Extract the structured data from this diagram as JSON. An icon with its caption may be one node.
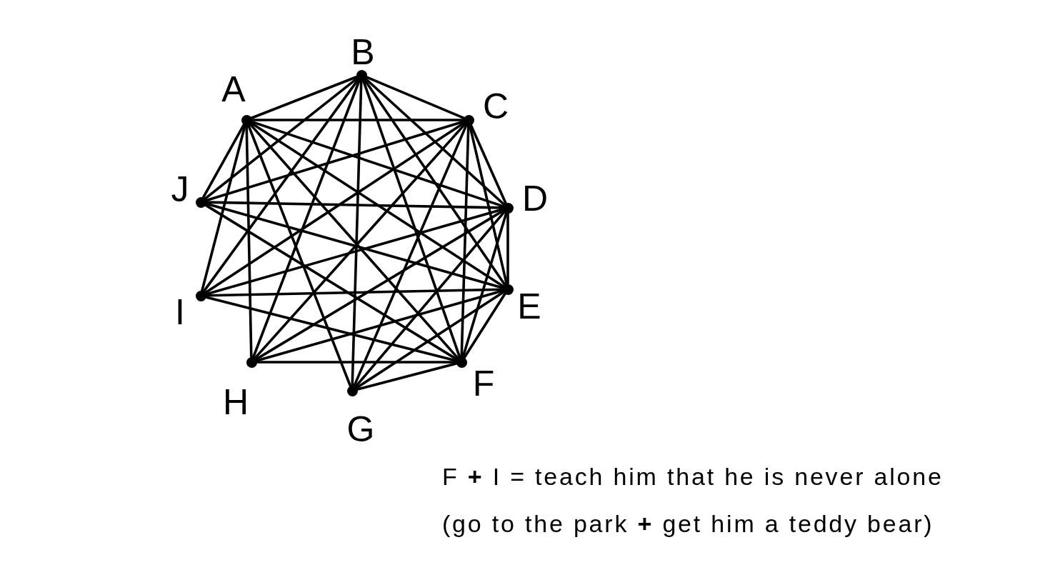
{
  "diagram": {
    "nodes": [
      {
        "text": [],
        "shape": "circle",
        "beside": [
          "A"
        ]
      },
      {
        "text": [],
        "shape": "circle",
        "beside": [
          "B"
        ]
      },
      {
        "text": [],
        "shape": "circle",
        "beside": [
          "C"
        ]
      },
      {
        "text": [],
        "shape": "circle",
        "beside": [
          "D"
        ]
      },
      {
        "text": [],
        "shape": "circle",
        "beside": [
          "E"
        ]
      },
      {
        "text": [],
        "shape": "circle",
        "beside": [
          "F"
        ]
      },
      {
        "text": [],
        "shape": "circle",
        "beside": [
          "G"
        ]
      },
      {
        "text": [],
        "shape": "circle",
        "beside": [
          "H"
        ]
      },
      {
        "text": [],
        "shape": "circle",
        "beside": [
          "I"
        ]
      },
      {
        "text": [],
        "shape": "circle",
        "beside": [
          "J"
        ]
      }
    ],
    "edges": [
      {
        "from": 0,
        "to": 1,
        "arrow": "none"
      },
      {
        "from": 0,
        "to": 2,
        "arrow": "none"
      },
      {
        "from": 0,
        "to": 3,
        "arrow": "none"
      },
      {
        "from": 0,
        "to": 4,
        "arrow": "none"
      },
      {
        "from": 0,
        "to": 5,
        "arrow": "none"
      },
      {
        "from": 0,
        "to": 6,
        "arrow": "none"
      },
      {
        "from": 0,
        "to": 7,
        "arrow": "none"
      },
      {
        "from": 0,
        "to": 8,
        "arrow": "none"
      },
      {
        "from": 0,
        "to": 9,
        "arrow": "none"
      },
      {
        "from": 1,
        "to": 2,
        "arrow": "none"
      },
      {
        "from": 1,
        "to": 3,
        "arrow": "none"
      },
      {
        "from": 1,
        "to": 4,
        "arrow": "none"
      },
      {
        "from": 1,
        "to": 5,
        "arrow": "none"
      },
      {
        "from": 1,
        "to": 6,
        "arrow": "none"
      },
      {
        "from": 1,
        "to": 7,
        "arrow": "none"
      },
      {
        "from": 1,
        "to": 8,
        "arrow": "none"
      },
      {
        "from": 1,
        "to": 9,
        "arrow": "none"
      },
      {
        "from": 2,
        "to": 3,
        "arrow": "none"
      },
      {
        "from": 2,
        "to": 4,
        "arrow": "none"
      },
      {
        "from": 2,
        "to": 5,
        "arrow": "none"
      },
      {
        "from": 2,
        "to": 6,
        "arrow": "none"
      },
      {
        "from": 2,
        "to": 7,
        "arrow": "none"
      },
      {
        "from": 2,
        "to": 8,
        "arrow": "none"
      },
      {
        "from": 2,
        "to": 9,
        "arrow": "none"
      },
      {
        "from": 3,
        "to": 4,
        "arrow": "none"
      },
      {
        "from": 3,
        "to": 5,
        "arrow": "none"
      },
      {
        "from": 3,
        "to": 6,
        "arrow": "none"
      },
      {
        "from": 3,
        "to": 7,
        "arrow": "none"
      },
      {
        "from": 3,
        "to": 8,
        "arrow": "none"
      },
      {
        "from": 3,
        "to": 9,
        "arrow": "none"
      },
      {
        "from": 4,
        "to": 5,
        "arrow": "none"
      },
      {
        "from": 4,
        "to": 6,
        "arrow": "none"
      },
      {
        "from": 4,
        "to": 7,
        "arrow": "none"
      },
      {
        "from": 4,
        "to": 8,
        "arrow": "none"
      },
      {
        "from": 4,
        "to": 9,
        "arrow": "none"
      },
      {
        "from": 5,
        "to": 6,
        "arrow": "none"
      },
      {
        "from": 5,
        "to": 7,
        "arrow": "none"
      },
      {
        "from": 5,
        "to": 8,
        "arrow": "none"
      },
      {
        "from": 5,
        "to": 9,
        "arrow": "none"
      }
    ],
    "labels": [
      "F **+** I = teach him that he is never alone",
      "(go to the park **+** get him a teddy bear)"
    ]
  }
}
